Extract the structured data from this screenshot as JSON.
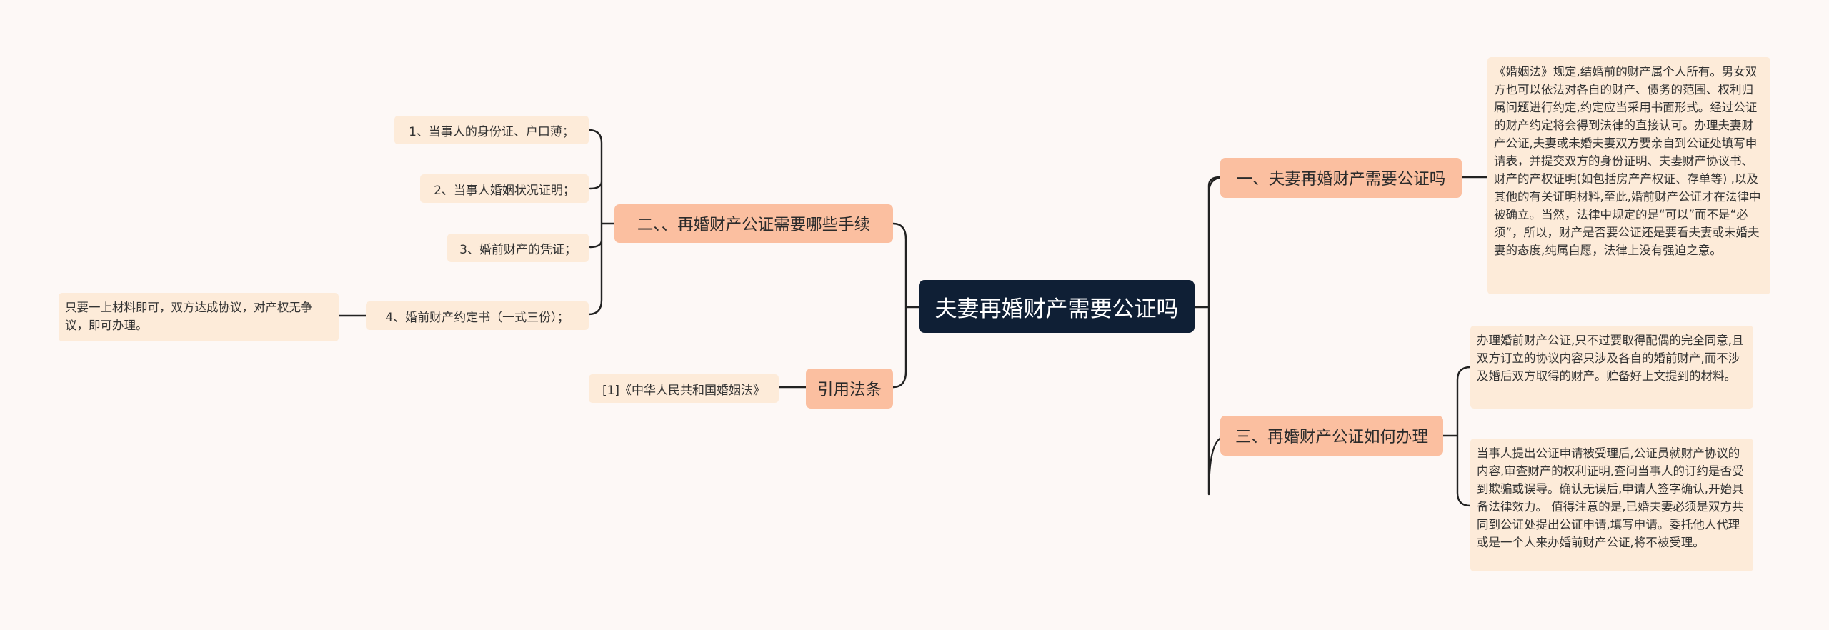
{
  "root": {
    "label": "夫妻再婚财产需要公证吗"
  },
  "left": {
    "procedure": {
      "label": "二、、再婚财产公证需要哪些手续",
      "items": [
        "1、当事人的身份证、户口薄；",
        "2、当事人婚姻状况证明；",
        "3、婚前财产的凭证；",
        "4、婚前财产约定书（一式三份）；"
      ],
      "note": "只要一上材料即可，双方达成协议，对产权无争议，即可办理。"
    },
    "citation": {
      "label": "引用法条",
      "items": [
        "[1]《中华人民共和国婚姻法》"
      ]
    }
  },
  "right": {
    "need": {
      "label": "一、夫妻再婚财产需要公证吗",
      "text": "《婚姻法》规定,结婚前的财产属个人所有。男女双方也可以依法对各自的财产、债务的范围、权利归属问题进行约定,约定应当采用书面形式。经过公证的财产约定将会得到法律的直接认可。办理夫妻财产公证,夫妻或未婚夫妻双方要亲自到公证处填写申请表，并提交双方的身份证明、夫妻财产协议书、财产的产权证明(如包括房产产权证、存单等) ,以及其他的有关证明材料,至此,婚前财产公证才在法律中被确立。当然，法律中规定的是“可以”而不是“必须”，所以，财产是否要公证还是要看夫妻或未婚夫妻的态度,纯属自愿，法律上没有强迫之意。"
    },
    "how": {
      "label": "三、再婚财产公证如何办理",
      "texts": [
        "办理婚前财产公证,只不过要取得配偶的完全同意,且双方订立的协议内容只涉及各自的婚前财产,而不涉及婚后双方取得的财产。贮备好上文提到的材料。",
        "当事人提出公证申请被受理后,公证员就财产协议的内容,审查财产的权利证明,查问当事人的订约是否受到欺骗或误导。确认无误后,申请人签字确认,开始具备法律效力。 值得注意的是,已婚夫妻必须是双方共同到公证处提出公证申请,填写申请。委托他人代理或是一个人来办婚前财产公证,将不被受理。"
      ]
    }
  },
  "colors": {
    "background": "#fdf8f6",
    "root_fill": "#0f1f35",
    "branch_fill": "#fbbfa0",
    "leaf_fill": "#fdebd9",
    "connector": "#222222"
  }
}
